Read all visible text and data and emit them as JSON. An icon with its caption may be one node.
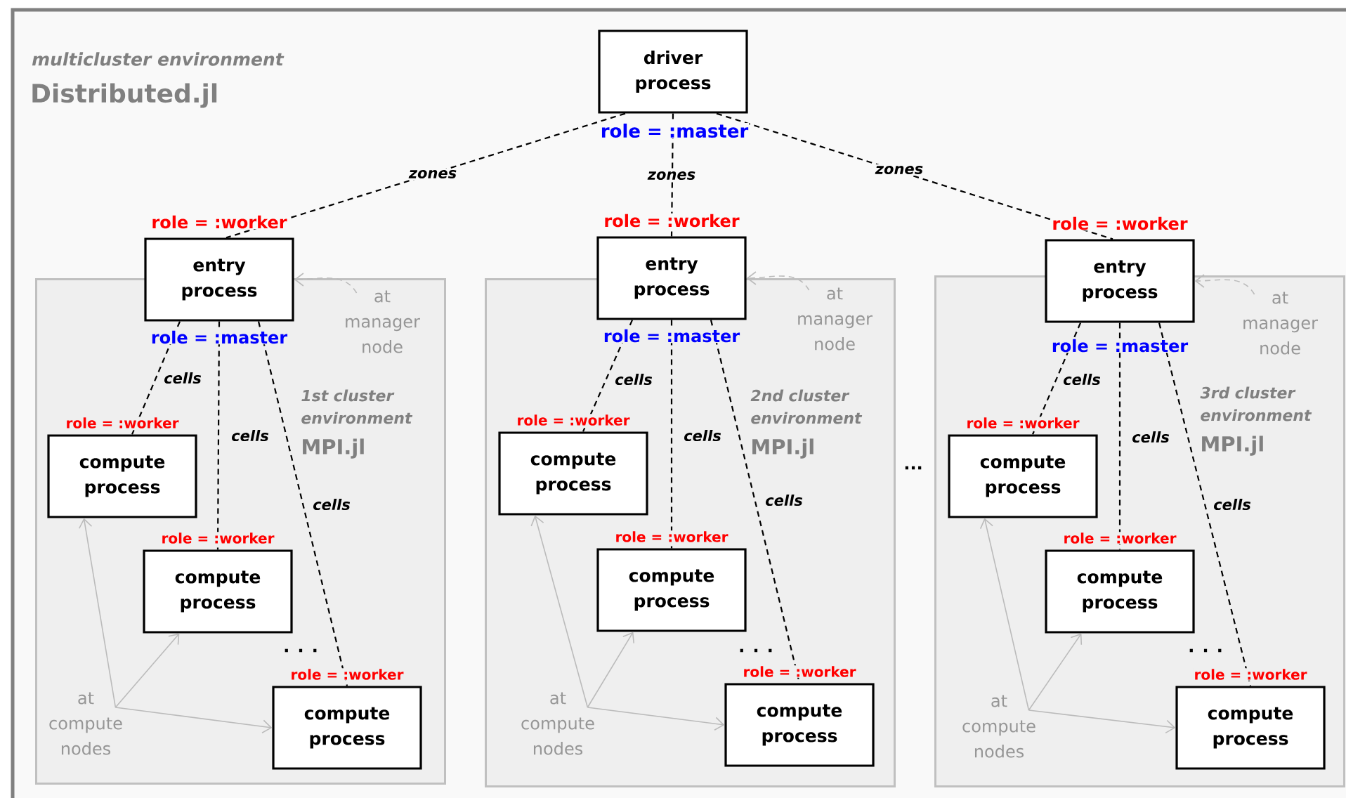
{
  "diagram": {
    "nodes": [
      {
        "text": [
          "multicluster environment",
          "Distributed.jl"
        ]
      },
      {
        "text": [
          "driver process"
        ],
        "in": 0,
        "beside": [
          "role = :master"
        ]
      },
      {
        "text": [
          "1st cluster environment",
          "MPI.jl"
        ],
        "in": 0
      },
      {
        "text": [
          "entry process"
        ],
        "in": 0,
        "beside": [
          "role = :worker",
          "role = :master"
        ]
      },
      {
        "text": [
          "at manager node"
        ],
        "in": 2
      },
      {
        "text": [
          "compute process"
        ],
        "in": 2,
        "beside": [
          "role = :worker"
        ]
      },
      {
        "text": [
          "compute process"
        ],
        "in": 2,
        "beside": [
          "role = :worker"
        ]
      },
      {
        "text": [
          "compute process"
        ],
        "in": 2,
        "beside": [
          "role = :worker"
        ]
      },
      {
        "text": [
          "at compute nodes"
        ],
        "in": 2
      },
      {
        "text": [
          "2nd cluster environment",
          "MPI.jl"
        ],
        "in": 0
      },
      {
        "text": [
          "entry process"
        ],
        "in": 0,
        "beside": [
          "role = :worker",
          "role = :master"
        ]
      },
      {
        "text": [
          "at manager node"
        ],
        "in": 9
      },
      {
        "text": [
          "compute process"
        ],
        "in": 9,
        "beside": [
          "role = :worker"
        ]
      },
      {
        "text": [
          "compute process"
        ],
        "in": 9,
        "beside": [
          "role = :worker"
        ]
      },
      {
        "text": [
          "compute process"
        ],
        "in": 9,
        "beside": [
          "role = :worker"
        ]
      },
      {
        "text": [
          "at compute nodes"
        ],
        "in": 9
      },
      {
        "text": [
          "3rd cluster environment",
          "MPI.jl"
        ],
        "in": 0
      },
      {
        "text": [
          "entry process"
        ],
        "in": 0,
        "beside": [
          "role = :worker",
          "role = :master"
        ]
      },
      {
        "text": [
          "at manager node"
        ],
        "in": 16
      },
      {
        "text": [
          "compute process"
        ],
        "in": 16,
        "beside": [
          "role = :worker"
        ]
      },
      {
        "text": [
          "compute process"
        ],
        "in": 16,
        "beside": [
          "role = :worker"
        ]
      },
      {
        "text": [
          "compute process"
        ],
        "in": 16,
        "beside": [
          "role = :worker"
        ]
      },
      {
        "text": [
          "at compute nodes"
        ],
        "in": 16
      }
    ],
    "edges": [
      {
        "from": 1,
        "to": 3,
        "arrow": "none",
        "style": "dashed",
        "label": "zones"
      },
      {
        "from": 1,
        "to": 10,
        "arrow": "none",
        "style": "dashed",
        "label": "zones"
      },
      {
        "from": 1,
        "to": 17,
        "arrow": "none",
        "style": "dashed",
        "label": "zones"
      },
      {
        "from": 3,
        "to": 5,
        "arrow": "none",
        "style": "dashed",
        "label": "cells"
      },
      {
        "from": 3,
        "to": 6,
        "arrow": "none",
        "style": "dashed",
        "label": "cells"
      },
      {
        "from": 3,
        "to": 7,
        "arrow": "none",
        "style": "dashed",
        "label": "cells"
      },
      {
        "from": 4,
        "to": 3,
        "arrow": "to",
        "style": "dashed",
        "color": "#bbbbbb"
      },
      {
        "from": 8,
        "to": 5,
        "arrow": "to",
        "color": "#bbbbbb"
      },
      {
        "from": 8,
        "to": 6,
        "arrow": "to",
        "color": "#bbbbbb"
      },
      {
        "from": 8,
        "to": 7,
        "arrow": "to",
        "color": "#bbbbbb"
      },
      {
        "from": 10,
        "to": 12,
        "arrow": "none",
        "style": "dashed",
        "label": "cells"
      },
      {
        "from": 10,
        "to": 13,
        "arrow": "none",
        "style": "dashed",
        "label": "cells"
      },
      {
        "from": 10,
        "to": 14,
        "arrow": "none",
        "style": "dashed",
        "label": "cells"
      },
      {
        "from": 11,
        "to": 10,
        "arrow": "to",
        "style": "dashed",
        "color": "#bbbbbb"
      },
      {
        "from": 15,
        "to": 12,
        "arrow": "to",
        "color": "#bbbbbb"
      },
      {
        "from": 15,
        "to": 13,
        "arrow": "to",
        "color": "#bbbbbb"
      },
      {
        "from": 15,
        "to": 14,
        "arrow": "to",
        "color": "#bbbbbb"
      },
      {
        "from": 17,
        "to": 19,
        "arrow": "none",
        "style": "dashed",
        "label": "cells"
      },
      {
        "from": 17,
        "to": 20,
        "arrow": "none",
        "style": "dashed",
        "label": "cells"
      },
      {
        "from": 17,
        "to": 21,
        "arrow": "none",
        "style": "dashed",
        "label": "cells"
      },
      {
        "from": 18,
        "to": 17,
        "arrow": "to",
        "style": "dashed",
        "color": "#bbbbbb"
      },
      {
        "from": 22,
        "to": 19,
        "arrow": "to",
        "color": "#bbbbbb"
      },
      {
        "from": 22,
        "to": 20,
        "arrow": "to",
        "color": "#bbbbbb"
      },
      {
        "from": 22,
        "to": 21,
        "arrow": "to",
        "color": "#bbbbbb"
      }
    ],
    "labels": [
      "...",
      ". . .",
      ". . .",
      ". . ."
    ]
  }
}
